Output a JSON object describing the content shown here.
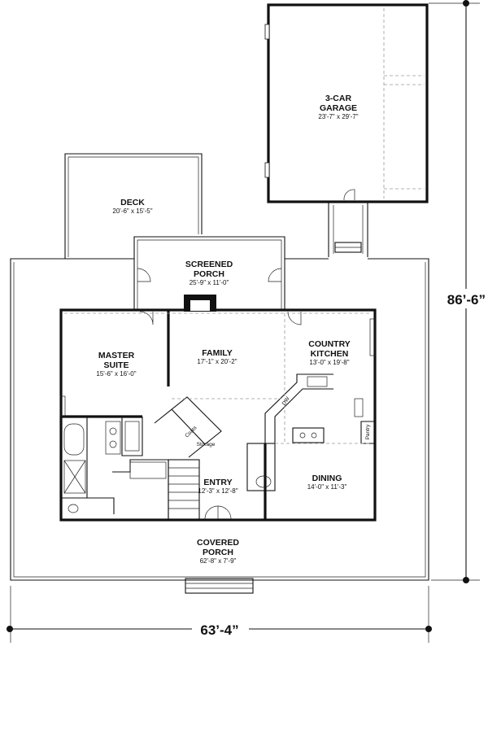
{
  "rooms": {
    "garage": {
      "name_line1": "3-CAR",
      "name_line2": "GARAGE",
      "dims": "23'-7\" x 29'-7\""
    },
    "deck": {
      "name": "DECK",
      "dims": "20'-6\" x 15'-5\""
    },
    "screened": {
      "name_line1": "SCREENED",
      "name_line2": "PORCH",
      "dims": "25'-9\" x 11'-0\""
    },
    "master": {
      "name_line1": "MASTER",
      "name_line2": "SUITE",
      "dims": "15'-6\" x 16'-0\""
    },
    "family": {
      "name": "FAMILY",
      "dims": "17'-1\" x 20'-2\""
    },
    "kitchen": {
      "name_line1": "COUNTRY",
      "name_line2": "KITCHEN",
      "dims": "13'-0\" x 19'-8\""
    },
    "entry": {
      "name": "ENTRY",
      "dims": "12'-3\" x 12'-8\""
    },
    "dining": {
      "name": "DINING",
      "dims": "14'-0\" x 11'-3\""
    },
    "covered": {
      "name_line1": "COVERED",
      "name_line2": "PORCH",
      "dims": "62'-8\" x 7'-9\""
    }
  },
  "small_labels": {
    "coats": "Coats",
    "storage": "Storage",
    "dw": "DW",
    "pantry": "Pantry"
  },
  "dimensions": {
    "overall_width": "63’-4”",
    "overall_depth": "86’-6”"
  }
}
